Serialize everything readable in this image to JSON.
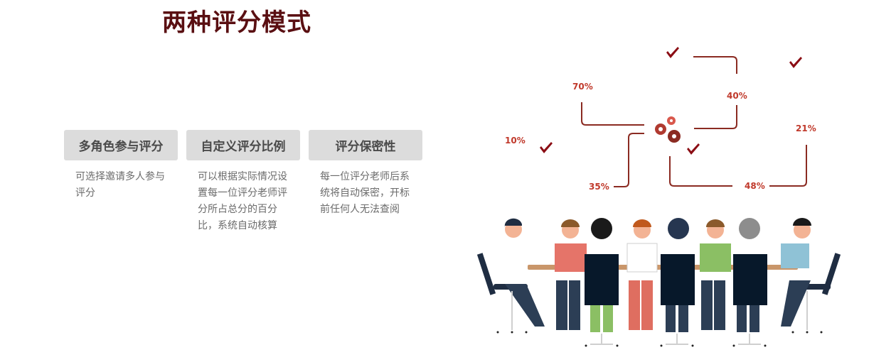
{
  "title": "两种评分模式",
  "cards": [
    {
      "header": "多角色参与评分",
      "text": "可选择邀请多人参与评分"
    },
    {
      "header": "自定义评分比例",
      "text": "可以根据实际情况设置每一位评分老师评分所占总分的百分比，系统自动核算"
    },
    {
      "header": "评分保密性",
      "text": "每一位评分老师后系统将自动保密，开标前任何人无法查阅"
    }
  ],
  "illustration": {
    "percentages": [
      "70%",
      "40%",
      "10%",
      "21%",
      "35%",
      "48%"
    ],
    "icons": [
      "check-icon",
      "gear-icon"
    ],
    "accent_color": "#c0392b",
    "line_color": "#8b2b22"
  }
}
